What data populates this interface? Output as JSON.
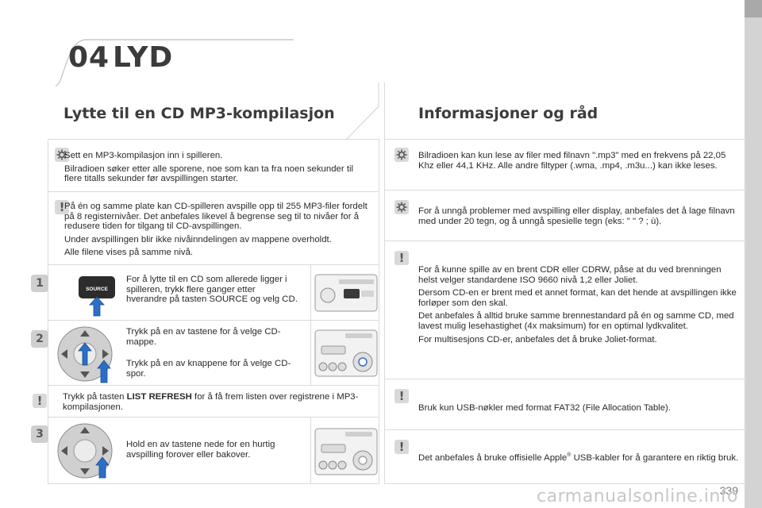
{
  "header": {
    "chapter_number": "04",
    "chapter_title": "LYD"
  },
  "left": {
    "title": "Lytte til en CD MP3-kompilasjon",
    "intro": [
      "Sett en MP3-kompilasjon inn i spilleren.",
      "Bilradioen søker etter alle sporene, noe som kan ta fra noen sekunder til flere titalls sekunder før avspillingen starter."
    ],
    "warning": [
      "På én og samme plate kan CD-spilleren avspille opp til 255 MP3-filer fordelt på 8 registernivåer. Det anbefales likevel å begrense seg til to nivåer for å redusere tiden for tilgang til CD-avspillingen.",
      "Under avspillingen blir ikke nivåinndelingen av mappene overholdt.",
      "Alle filene vises på samme nivå."
    ],
    "steps": [
      {
        "number": "1",
        "button_label": "SOURCE",
        "text": "For å lytte til en CD som allerede ligger i spilleren, trykk flere ganger etter hverandre på tasten SOURCE og velg CD."
      },
      {
        "number": "2",
        "text_a": "Trykk på en av tastene for å velge CD-mappe.",
        "text_b": "Trykk på en av knappene for å velge CD-spor."
      },
      {
        "number": "3",
        "text": "Hold en av tastene nede for en hurtig avspilling forover eller bakover."
      }
    ],
    "list_refresh": {
      "before": "Trykk på tasten ",
      "bold": "LIST REFRESH",
      "after": " for å få frem listen over registrene i MP3-kompilasjonen."
    }
  },
  "right": {
    "title": "Informasjoner og råd",
    "tip1": "Bilradioen kan kun lese av filer med filnavn \".mp3\" med en frekvens på 22,05 Khz eller 44,1 KHz. Alle andre filtyper (.wma, .mp4, .m3u...) kan ikke leses.",
    "tip2": "For å unngå problemer med avspilling eller display, anbefales det å lage filnavn med under 20 tegn, og å unngå spesielle tegn (eks: \" \" ? ; ù).",
    "warn1": [
      "For å kunne spille av en brent CDR eller CDRW, påse at du ved brenningen helst velger standardene ISO 9660 nivå 1,2 eller Joliet.",
      "Dersom CD-en er brent med et annet format, kan det hende at avspillingen ikke forløper som den skal.",
      "Det anbefales å alltid bruke samme brennestandard på én og samme CD, med lavest mulig lesehastighet (4x maksimum) for en optimal lydkvalitet.",
      "For multisesjons CD-er, anbefales det å bruke Joliet-format."
    ],
    "warn2": "Bruk kun USB-nøkler med format FAT32 (File Allocation Table).",
    "warn3": {
      "before": "Det anbefales å bruke offisielle Apple",
      "sup": "®",
      "after": " USB-kabler for å garantere en riktig bruk."
    }
  },
  "footer": {
    "page_number": "339",
    "watermark": "carmanualsonline.info"
  },
  "icons": {
    "tip": "gear-icon",
    "warning": "exclamation-icon",
    "nav": "four-way-arrow-pad-icon"
  }
}
